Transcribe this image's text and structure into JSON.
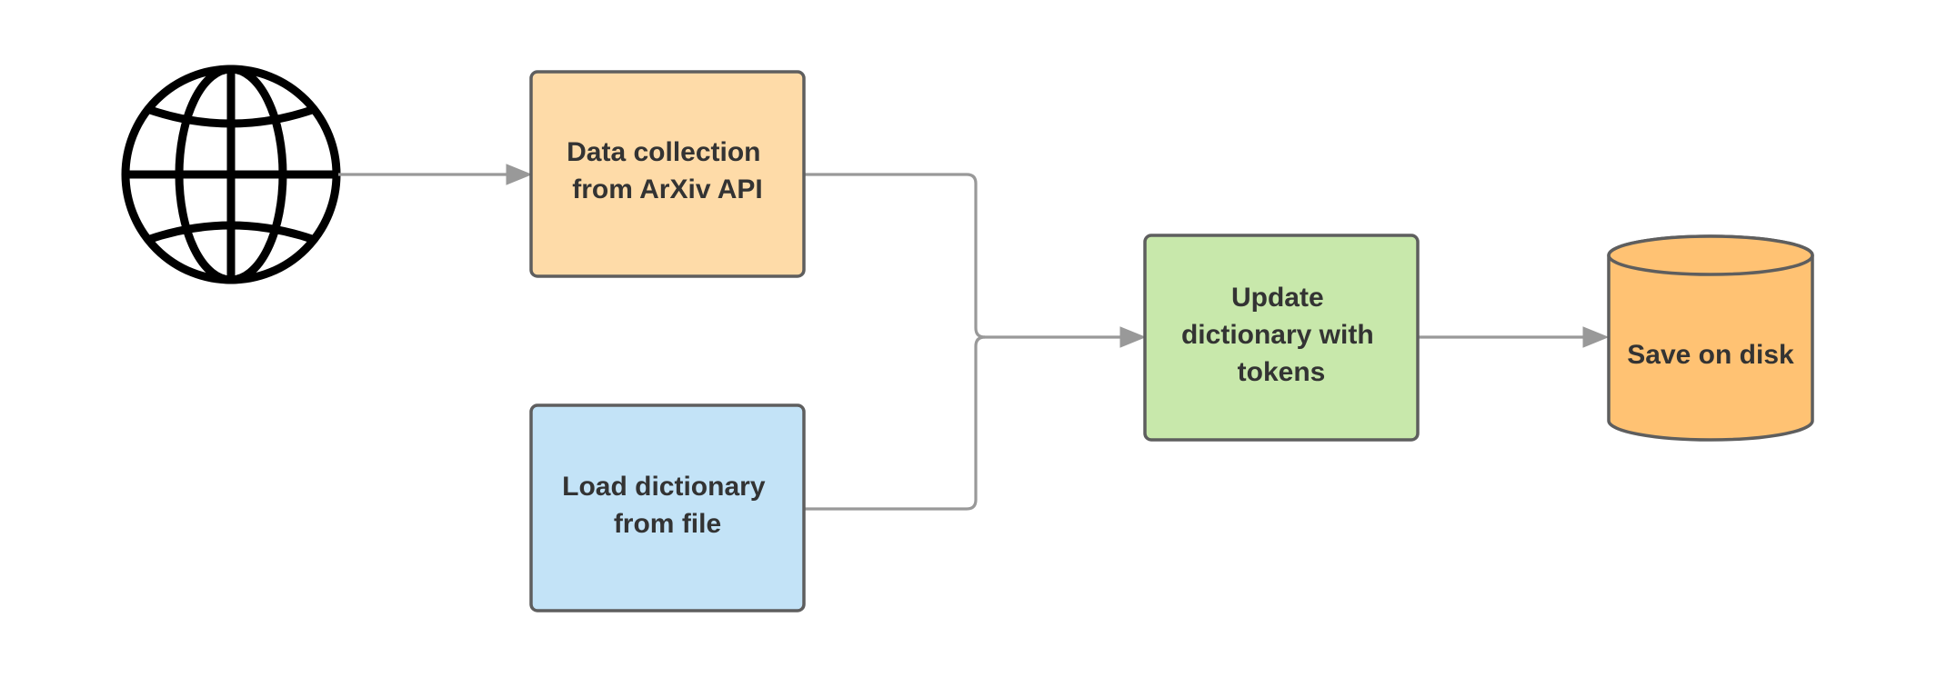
{
  "nodes": {
    "data_collection": {
      "line1": "Data collection",
      "line2": "from ArXiv API",
      "fill": "#fedba8"
    },
    "load_dictionary": {
      "line1": "Load dictionary",
      "line2": "from file",
      "fill": "#c3e3f7"
    },
    "update_dictionary": {
      "line1": "Update",
      "line2": "dictionary with",
      "line3": "tokens",
      "fill": "#c8e8ab"
    },
    "save_on_disk": {
      "label": "Save on disk",
      "fill": "#ffc273"
    }
  },
  "icons": {
    "source": "globe-icon"
  },
  "colors": {
    "border": "#5e5e5e",
    "connector": "#999999",
    "text": "#333333",
    "icon": "#000000"
  }
}
